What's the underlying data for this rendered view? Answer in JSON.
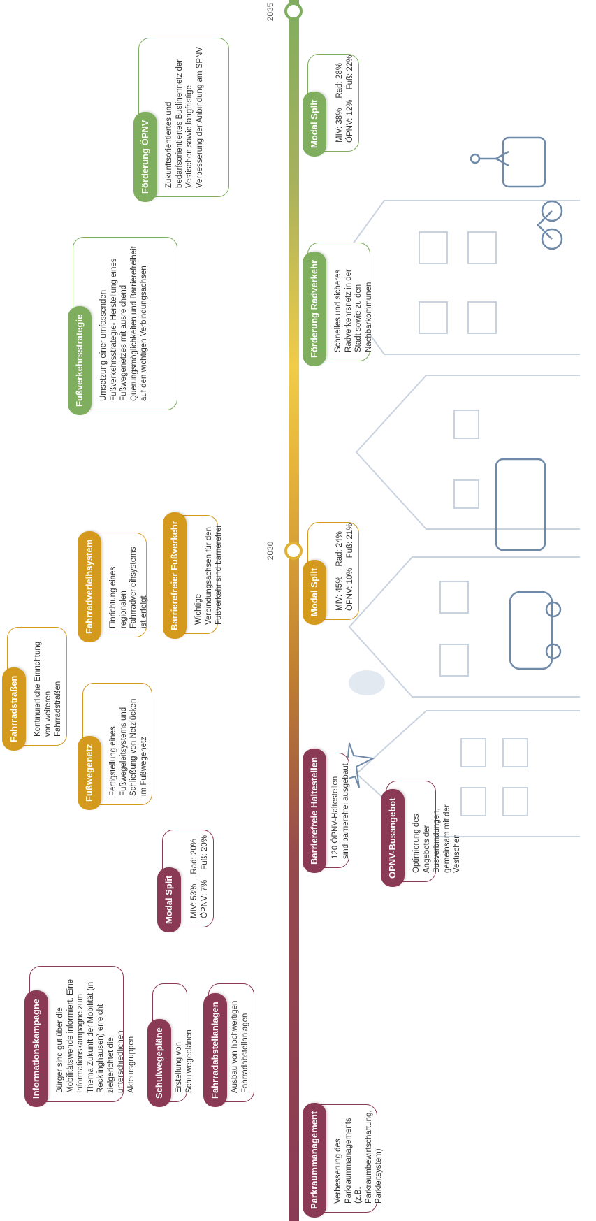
{
  "timeline": {
    "year_2030": "2030",
    "year_2035": "2035",
    "colors": {
      "maroon": "#8b3a55",
      "gold": "#d49a1e",
      "green": "#7fae5e"
    }
  },
  "measures": {
    "informationskampagne": {
      "title": "Informationskampagne",
      "text": "Bürger sind gut über die Mobilitätswende informiert. Eine Informationskampagne zum Thema Zukunft der Mobilität (in Recklinghausen) erreicht zielgerichtet die unterschiedlichen Akteursgruppen"
    },
    "schulwegeplaene": {
      "title": "Schulwegepläne",
      "text": "Erstellung von Schulwegeplänen"
    },
    "fahrradabstellanlagen": {
      "title": "Fahrradabstellanlagen",
      "text": "Ausbau von hochwertigen Fahrradabstellanlagen"
    },
    "parkraummanagement": {
      "title": "Parkraummanagement",
      "text": "Verbesserung des Parkraummanagements (z.B. Parkraumbewirtschaftung, Parkleitsystem)"
    },
    "oepnv_busangebot": {
      "title": "ÖPNV-Busangebot",
      "text": "Optimierung des Angebots der Busverbindungen, gemeinsam mit der Vestischen"
    },
    "barrierefreie_haltestellen": {
      "title": "Barrierefreie Haltestellen",
      "text": "120 ÖPNV-Haltestellen sind barrierefrei ausgebaut"
    },
    "fahrradstrassen": {
      "title": "Fahrradstraßen",
      "text": "Kontinuierliche Einrichtung von weiteren Fahrradstraßen"
    },
    "fusswegenetz": {
      "title": "Fußwegenetz",
      "text": "Fertigstellung eines Fußwegeleitsystems und Schließung von Netzlücken im Fußwegenetz"
    },
    "fahrradverleihsystem": {
      "title": "Fahrradverleihsystem",
      "text": "Einrichtung eines regionalen Fahrradverleihsystems ist erfolgt"
    },
    "barrierefreier_fussverkehr": {
      "title": "Barrierefreier Fußverkehr",
      "text": "Wichtige Verbindungsachsen für den Fußverkehr sind barrierefrei"
    },
    "fussverkehrsstrategie": {
      "title": "Fußverkehrsstrategie",
      "text": "Umsetzung einer umfassenden Fußverkehrsstrategie- Herstellung eines Fußwegenetzes mit ausreichend Querungsmöglichkeiten und Barrierefreiheit auf den wichtigen Verbindungsachsen"
    },
    "foerderung_radverkehr": {
      "title": "Förderung Radverkehr",
      "text": "Schnelles und sicheres Radverkehrsnetz in der Stadt sowie zu den Nachbarkommunen"
    },
    "foerderung_oepnv": {
      "title": "Förderung ÖPNV",
      "text": "Zukunftsorientiertes und bedarfsorientiertes Buslinennetz der Vestischen sowie langfristige Verbesserung der Anbindung am SPNV"
    }
  },
  "modal_splits": [
    {
      "title": "Modal Split",
      "miv": "MIV: 53%",
      "rad": "Rad: 20%",
      "oepnv": "ÖPNV: 7%",
      "fuss": "Fuß: 20%"
    },
    {
      "title": "Modal Split",
      "miv": "MIV: 45%",
      "rad": "Rad: 24%",
      "oepnv": "ÖPNV: 10%",
      "fuss": "Fuß: 21%"
    },
    {
      "title": "Modal Split",
      "miv": "MIV: 38%",
      "rad": "Rad: 28%",
      "oepnv": "ÖPNV: 12%",
      "fuss": "Fuß: 22%"
    }
  ]
}
